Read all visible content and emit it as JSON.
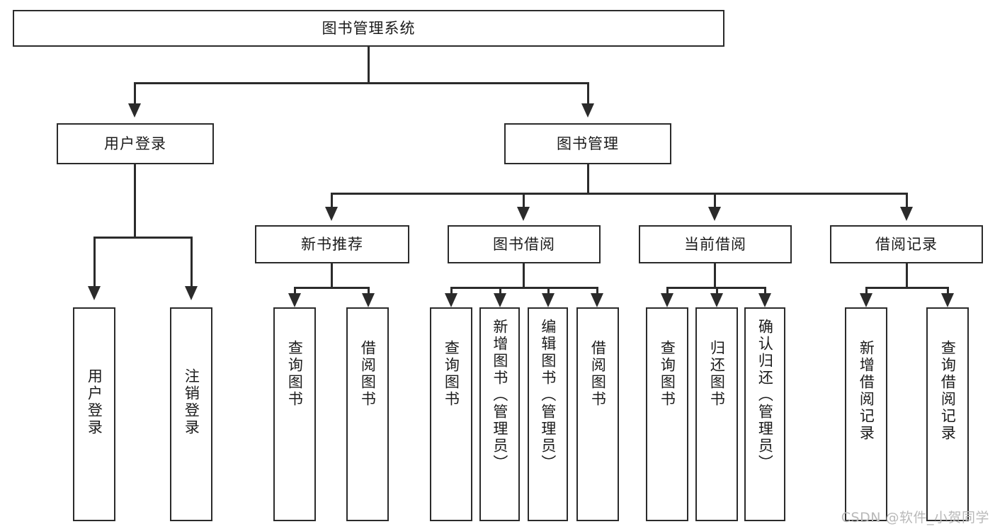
{
  "diagram": {
    "title": "图书管理系统",
    "watermark": "CSDN @软件_小贺同学",
    "type": "tree-hierarchy-diagram",
    "colors": {
      "stroke": "#2b2b2b",
      "fill": "#ffffff",
      "text": "#1b1b1b",
      "watermark": "#b9b9b9"
    }
  },
  "root": {
    "label": "图书管理系统"
  },
  "level1": [
    {
      "label": "用户登录"
    },
    {
      "label": "图书管理"
    }
  ],
  "level2": [
    {
      "label": "新书推荐"
    },
    {
      "label": "图书借阅"
    },
    {
      "label": "当前借阅"
    },
    {
      "label": "借阅记录"
    }
  ],
  "leaves": {
    "user_login": [
      {
        "label": "用户登录"
      },
      {
        "label": "注销登录"
      }
    ],
    "new_book_recommend": [
      {
        "label": "查询图书"
      },
      {
        "label": "借阅图书"
      }
    ],
    "book_borrow": [
      {
        "label": "查询图书"
      },
      {
        "label": "新增图书（管理员）"
      },
      {
        "label": "编辑图书（管理员）"
      },
      {
        "label": "借阅图书"
      }
    ],
    "current_borrow": [
      {
        "label": "查询图书"
      },
      {
        "label": "归还图书"
      },
      {
        "label": "确认归还（管理员）"
      }
    ],
    "borrow_record": [
      {
        "label": "新增借阅记录"
      },
      {
        "label": "查询借阅记录"
      }
    ]
  }
}
